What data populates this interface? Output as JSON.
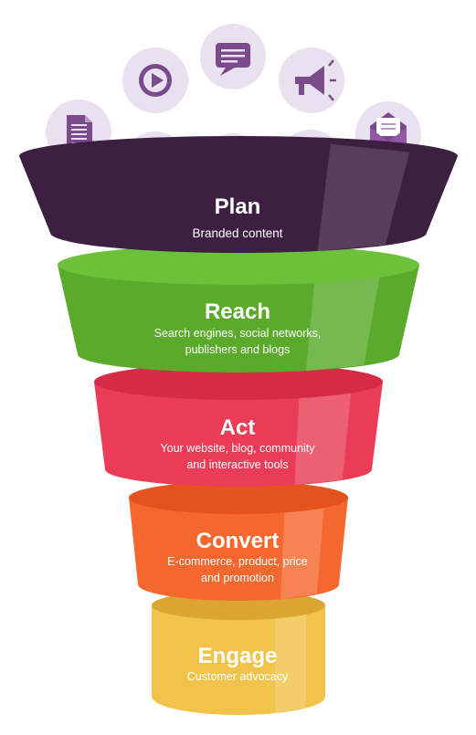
{
  "funnel": {
    "stages": [
      {
        "title": "Plan",
        "lines": [
          "Branded content"
        ],
        "color": "#3d1f42",
        "top_color": "#28122c",
        "dark": "#2a1230"
      },
      {
        "title": "Reach",
        "lines": [
          "Search engines, social networks,",
          "publishers and blogs"
        ],
        "color": "#5aaa2b",
        "top_color": "#6cc03a",
        "dark": "#3f7f1c"
      },
      {
        "title": "Act",
        "lines": [
          "Your website, blog, community",
          "and interactive tools"
        ],
        "color": "#ea3c56",
        "top_color": "#d62b47",
        "dark": "#b5223a"
      },
      {
        "title": "Convert",
        "lines": [
          "E-commerce, product, price",
          "and promotion"
        ],
        "color": "#f4682f",
        "top_color": "#e4521e",
        "dark": "#c9471a"
      },
      {
        "title": "Engage",
        "lines": [
          "Customer advocacy"
        ],
        "color": "#f2c34b",
        "top_color": "#dba534",
        "dark": "#d9a635"
      }
    ]
  },
  "icons": [
    {
      "name": "document-icon"
    },
    {
      "name": "play-button-icon"
    },
    {
      "name": "chat-message-icon"
    },
    {
      "name": "megaphone-icon"
    },
    {
      "name": "email-icon"
    },
    {
      "name": "calendar-icon"
    },
    {
      "name": "star-badge-icon"
    },
    {
      "name": "notebook-icon"
    }
  ],
  "colors": {
    "icon_circle": "#e9e1ef",
    "icon_fill": "#7b4a8c"
  }
}
